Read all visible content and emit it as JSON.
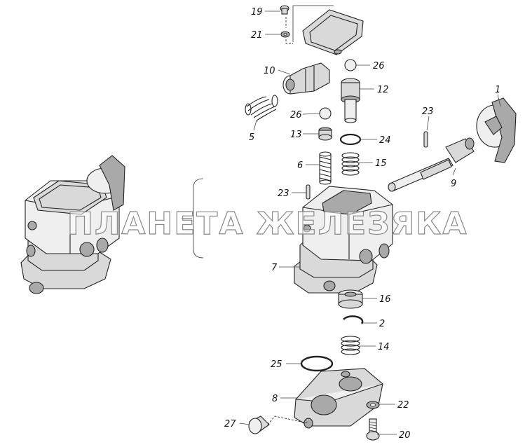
{
  "watermark": "ПЛАНЕТА ЖЕЛЕЗЯКА",
  "callouts": {
    "p1": "1",
    "p2": "2",
    "p5": "5",
    "p6": "6",
    "p7": "7",
    "p8": "8",
    "p9": "9",
    "p10": "10",
    "p12": "12",
    "p13": "13",
    "p14": "14",
    "p15": "15",
    "p16": "16",
    "p19": "19",
    "p20": "20",
    "p21": "21",
    "p22": "22",
    "p23a": "23",
    "p23b": "23",
    "p24": "24",
    "p25": "25",
    "p26a": "26",
    "p26b": "26",
    "p27": "27"
  }
}
